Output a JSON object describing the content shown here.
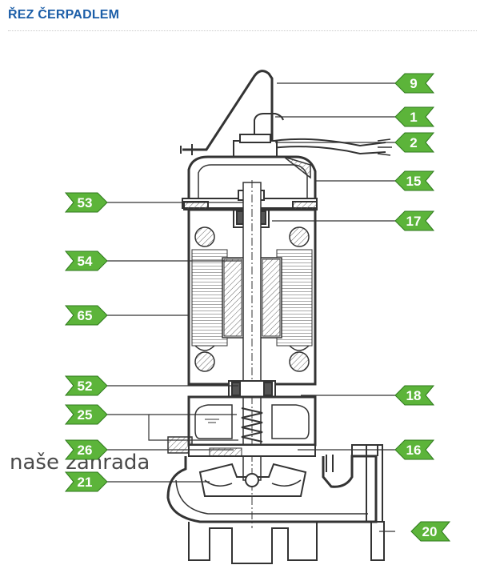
{
  "header": {
    "title": "ŘEZ ČERPADLEM"
  },
  "watermark": "naše zahrada",
  "colors": {
    "tag_green": "#5cb43a",
    "tag_stroke": "#2f7a1d",
    "line": "#333333",
    "title_blue": "#1c5ea8"
  },
  "callouts": {
    "left": [
      "53",
      "54",
      "65",
      "52",
      "25",
      "26",
      "21"
    ],
    "right": [
      "9",
      "1",
      "2",
      "15",
      "17",
      "18",
      "16",
      "20"
    ]
  }
}
